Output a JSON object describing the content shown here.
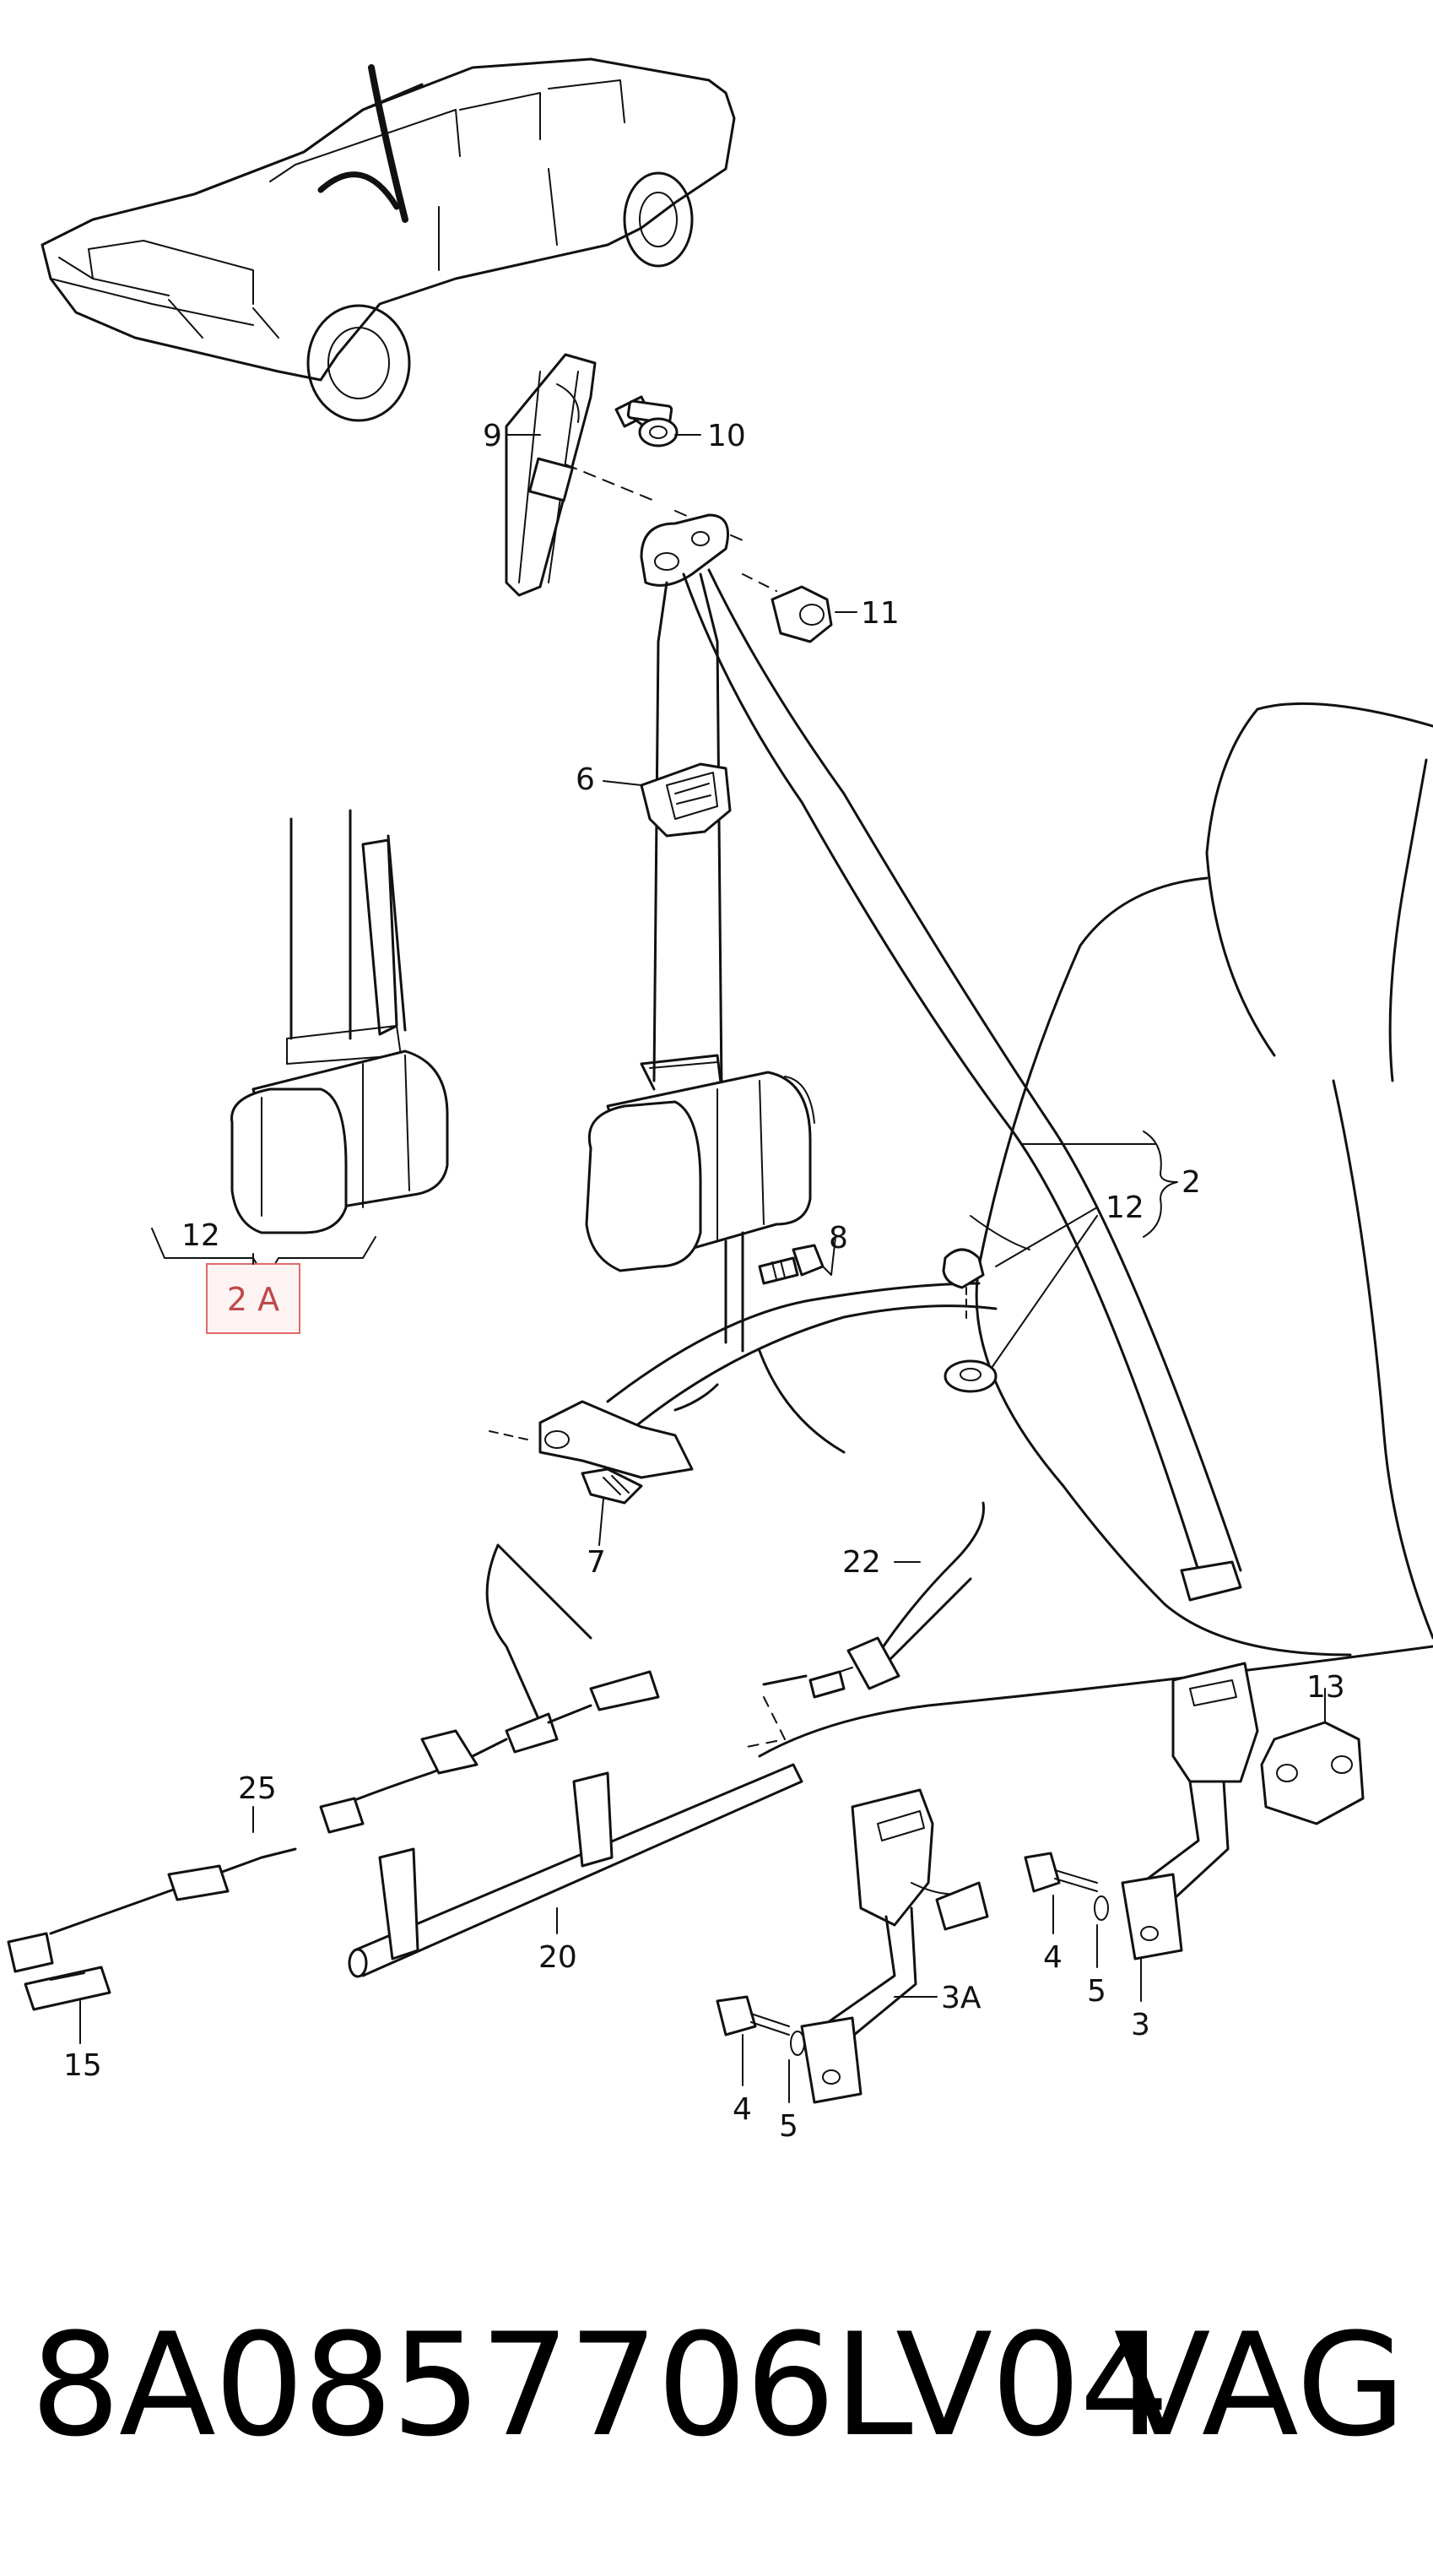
{
  "callouts": {
    "c9": "9",
    "c10": "10",
    "c11": "11",
    "c6": "6",
    "c12_left": "12",
    "c2a": "2 A",
    "c12_right": "12",
    "c2": "2",
    "c8": "8",
    "c7": "7",
    "c22": "22",
    "c13": "13",
    "c25": "25",
    "c20": "20",
    "c15": "15",
    "c3a": "3A",
    "c4_left": "4",
    "c5_left": "5",
    "c4_right": "4",
    "c5_right": "5",
    "c3": "3"
  },
  "highlighted_callout": "2 A",
  "footer": {
    "part_number": "8A0857706LV04",
    "brand": "VAG"
  },
  "colors": {
    "line": "#111111",
    "highlight_border": "#e06a6a",
    "highlight_text": "#c04848"
  }
}
